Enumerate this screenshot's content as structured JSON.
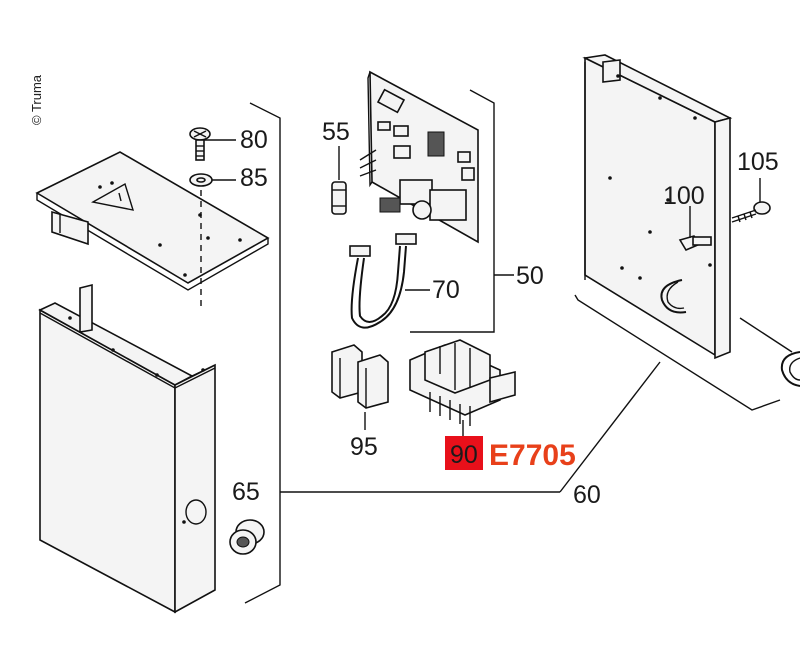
{
  "copyright": "© Truma",
  "labels": {
    "p80": "80",
    "p85": "85",
    "p55": "55",
    "p70": "70",
    "p50": "50",
    "p95": "95",
    "p90": "90",
    "p65": "65",
    "p60": "60",
    "p100": "100",
    "p105": "105"
  },
  "highlight": {
    "code": "E7705",
    "box_color": "#e8101a",
    "code_color": "#e8401a"
  }
}
